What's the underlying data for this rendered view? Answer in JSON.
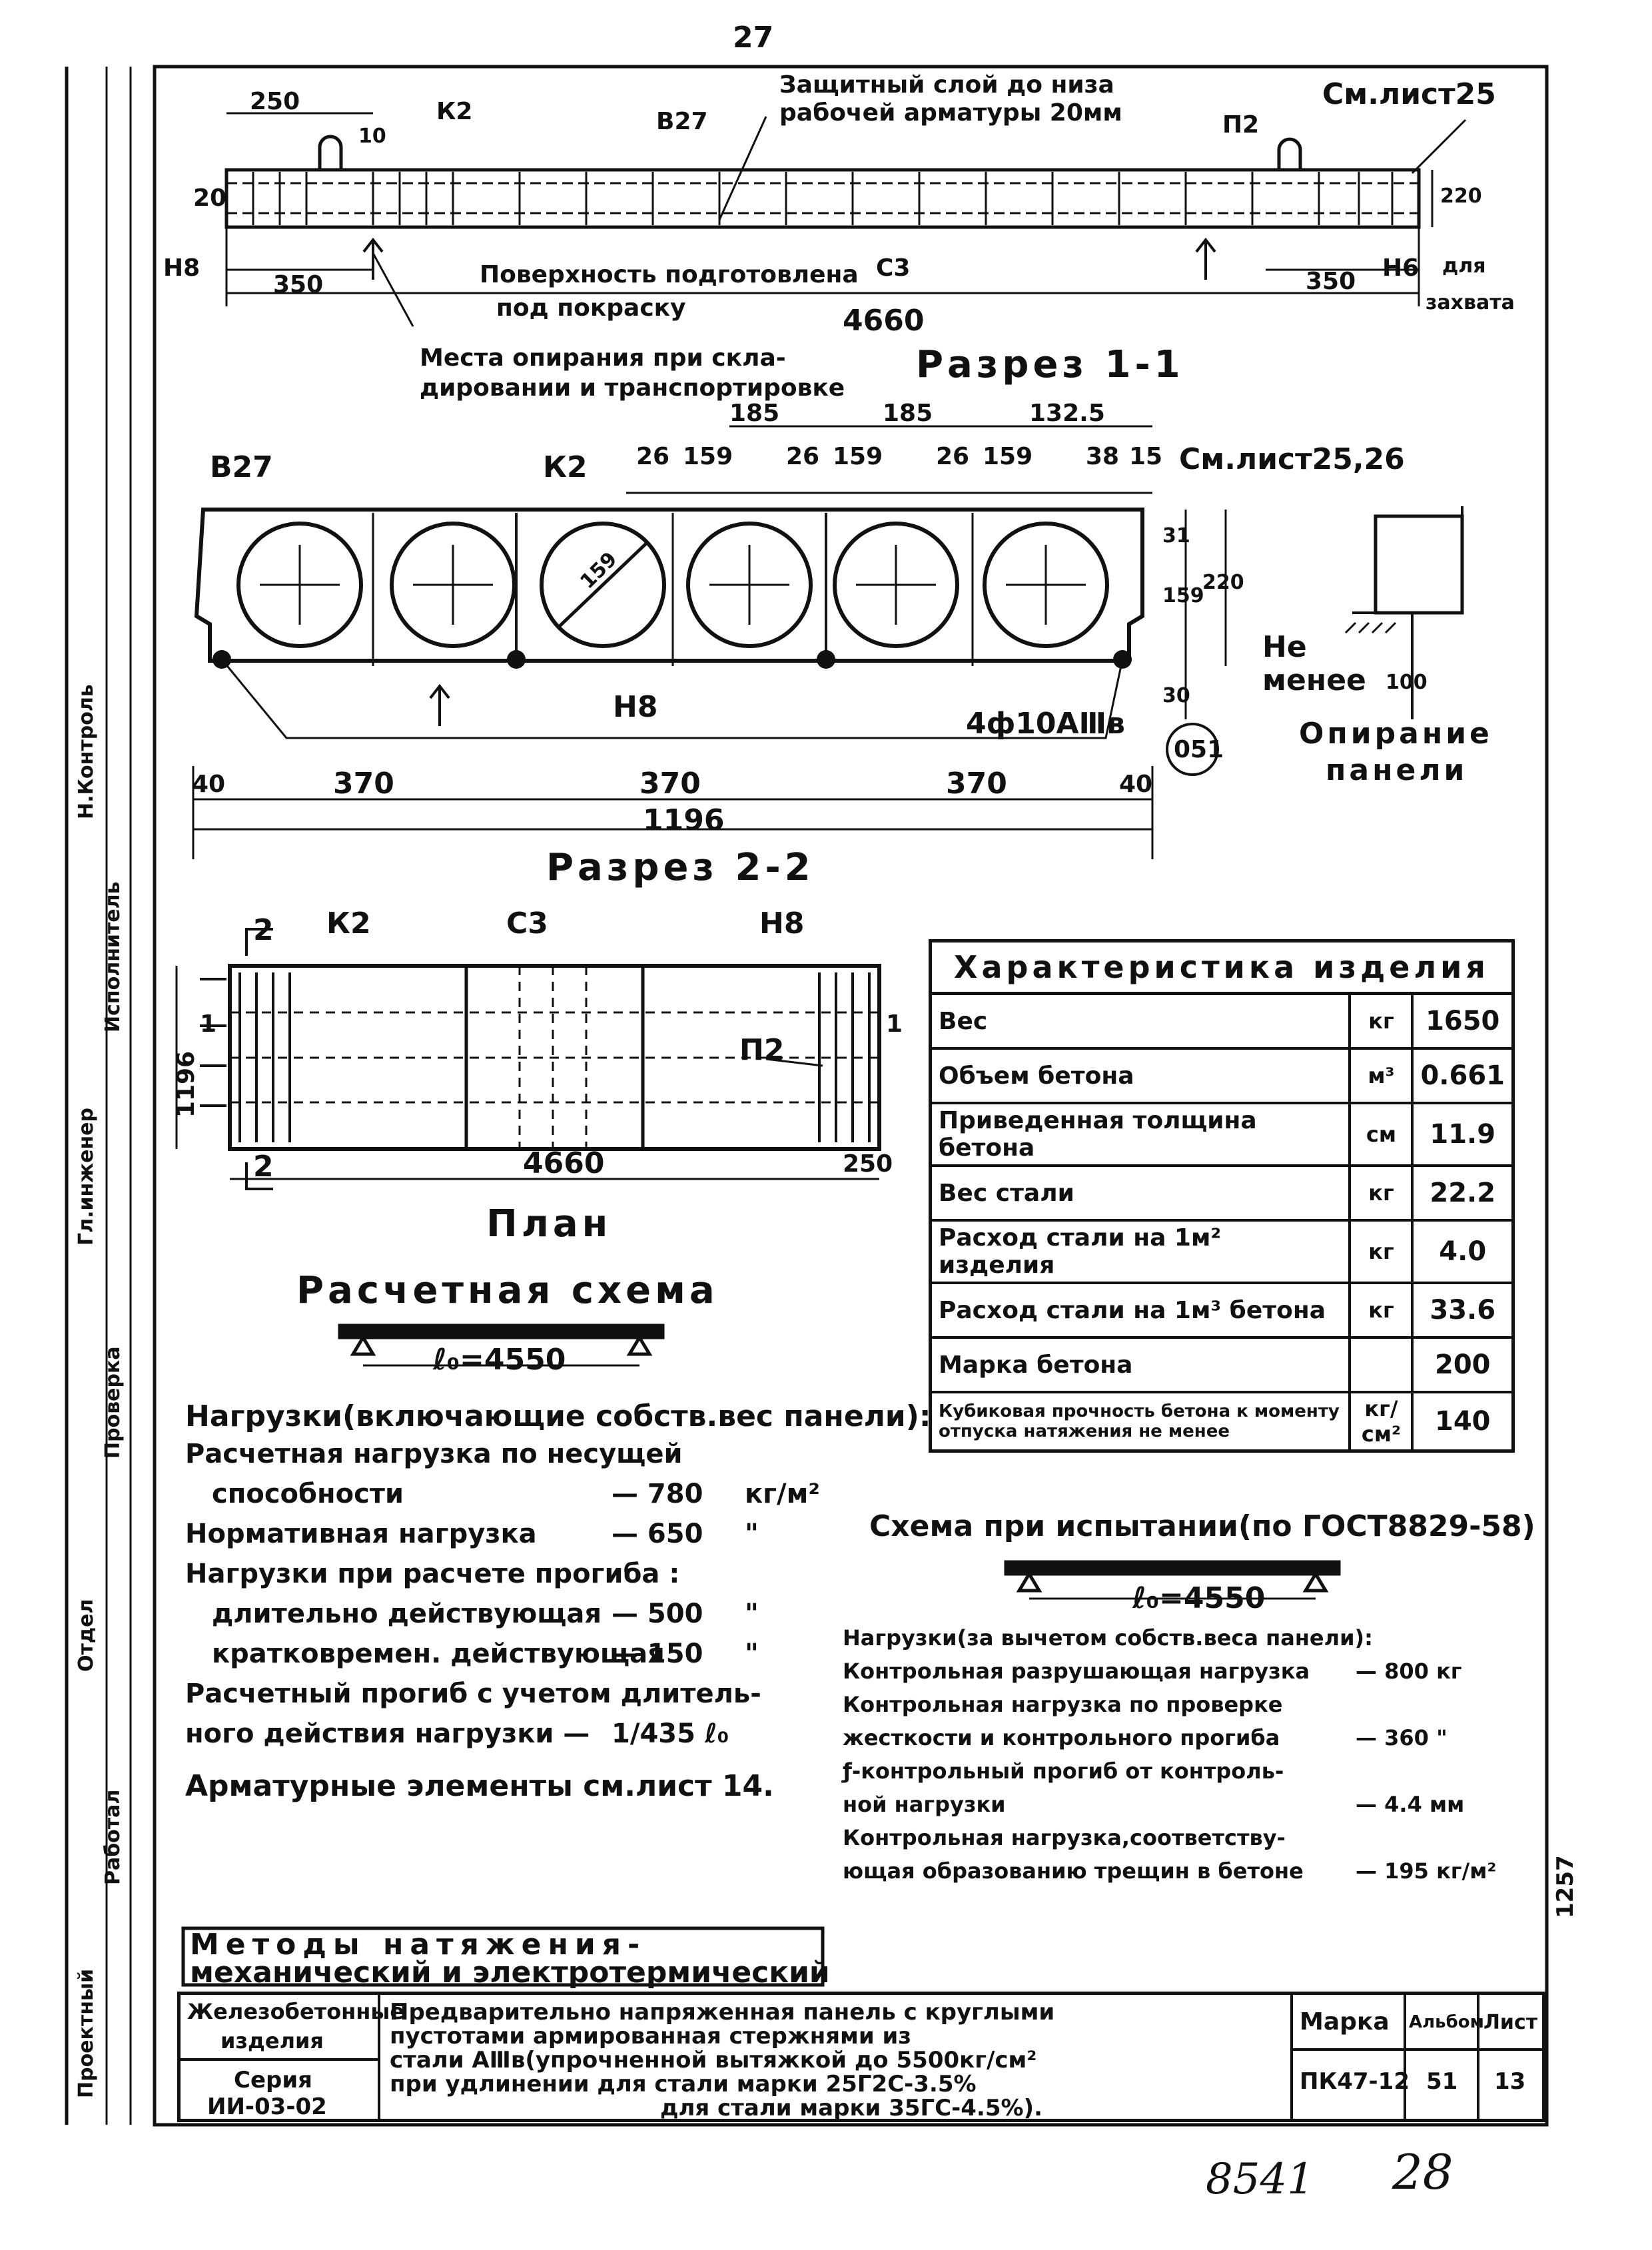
{
  "page_number": "27",
  "handwritten": {
    "archive_number": "8541",
    "page": "28"
  },
  "elevation": {
    "protective_layer": [
      "Защитный слой до низа",
      "рабочей арматуры 20мм"
    ],
    "see_sheet": "См.лист25",
    "labels": {
      "k2": "К2",
      "b27": "В27",
      "p2": "П2",
      "h8": "Н8",
      "h6": "Н6",
      "c3": "С3",
      "for_grip": [
        "для",
        "захвата"
      ]
    },
    "dims": {
      "d250": "250",
      "d20": "20",
      "d350_left": "350",
      "d350_right": "350",
      "d220": "220",
      "total": "4660",
      "d10": "10"
    },
    "surface_note": [
      "Поверхность подготовлена",
      "под покраску"
    ],
    "support_note": [
      "Места опирания при скла-",
      "дировании и транспортировке"
    ]
  },
  "section_1": {
    "title": "Разрез 1-1",
    "see_sheet": "См.лист25,26",
    "top_dims": [
      "26",
      "159",
      "26",
      "159",
      "26",
      "159",
      "38",
      "15"
    ],
    "top_dims_upper": [
      "185",
      "185",
      "132.5"
    ],
    "labels": {
      "b27": "В27",
      "k2": "К2",
      "h8": "Н8",
      "reinforcement": "4ф10АⅢв",
      "callout": "051",
      "diameter": "159"
    },
    "right_dims": [
      "31",
      "159",
      "220",
      "30"
    ],
    "bottom_dims": [
      "40",
      "370",
      "370",
      "370",
      "40"
    ],
    "total_width": "1196"
  },
  "support_detail": {
    "not_less": [
      "Не",
      "менее"
    ],
    "dim": "100",
    "caption": [
      "Опирание",
      "панели"
    ]
  },
  "section_2": {
    "title": "Разрез 2-2"
  },
  "plan": {
    "title": "План",
    "labels": {
      "k2": "К2",
      "c3": "С3",
      "h8": "Н8",
      "p2": "П2",
      "mark_2": "2",
      "mark_1": "1"
    },
    "dims": {
      "length": "4660",
      "width": "1196",
      "d250": "250"
    }
  },
  "design_scheme": {
    "title": "Расчетная схема",
    "span": "ℓ₀=4550"
  },
  "loads": {
    "heading": "Нагрузки(включающие собств.вес панели):",
    "rows": [
      {
        "label": "Расчетная нагрузка по несущей",
        "value": "",
        "unit": ""
      },
      {
        "label": "способности",
        "value": "— 780",
        "unit": "кг/м²"
      },
      {
        "label": "Нормативная нагрузка",
        "value": "— 650",
        "unit": "\""
      },
      {
        "label": "Нагрузки при расчете прогиба :",
        "value": "",
        "unit": ""
      },
      {
        "label": "длительно действующая",
        "value": "— 500",
        "unit": "\""
      },
      {
        "label": "кратковремен. действующая",
        "value": "— 150",
        "unit": "\""
      },
      {
        "label": "Расчетный прогиб с учетом длитель-",
        "value": "",
        "unit": ""
      },
      {
        "label": "ного действия нагрузки —",
        "value": "1/435 ℓ₀",
        "unit": ""
      }
    ]
  },
  "reinforcement_note": "Арматурные элементы см.лист 14.",
  "characteristics": {
    "title": "Характеристика изделия",
    "rows": [
      {
        "name": "Вес",
        "unit": "кг",
        "value": "1650"
      },
      {
        "name": "Объем бетона",
        "unit": "м³",
        "value": "0.661"
      },
      {
        "name": "Приведенная толщина бетона",
        "unit": "см",
        "value": "11.9"
      },
      {
        "name": "Вес стали",
        "unit": "кг",
        "value": "22.2"
      },
      {
        "name": "Расход стали на 1м² изделия",
        "unit": "кг",
        "value": "4.0"
      },
      {
        "name": "Расход стали на 1м³ бетона",
        "unit": "кг",
        "value": "33.6"
      },
      {
        "name": "Марка бетона",
        "unit": "",
        "value": "200"
      },
      {
        "name": "Кубиковая прочность бетона к моменту отпуска натяжения не менее",
        "unit": "кг/см²",
        "value": "140"
      }
    ]
  },
  "test_scheme": {
    "title": "Схема при испытании(по ГОСТ8829-58)",
    "span": "ℓ₀=4550",
    "rows": [
      {
        "label": "Нагрузки(за вычетом собств.веса панели):",
        "value": ""
      },
      {
        "label": "Контрольная разрушающая нагрузка",
        "value": "— 800 кг"
      },
      {
        "label": "Контрольная нагрузка по проверке",
        "value": ""
      },
      {
        "label": "жесткости и контрольного прогиба",
        "value": "— 360 \""
      },
      {
        "label": "ƒ-контрольный прогиб от контроль-",
        "value": ""
      },
      {
        "label": "ной нагрузки",
        "value": "— 4.4 мм"
      },
      {
        "label": "Контрольная нагрузка,соответству-",
        "value": ""
      },
      {
        "label": "ющая образованию трещин в бетоне",
        "value": "— 195 кг/м²"
      }
    ]
  },
  "methods_banner": [
    "Методы натяжения-",
    "механический и электротермический"
  ],
  "title_block": {
    "org": [
      "Железобетонные",
      "изделия"
    ],
    "series": [
      "Серия",
      "ИИ-03-02"
    ],
    "description": [
      "Предварительно напряженная панель с круглыми",
      "пустотами армированная стержнями из",
      "стали АⅢв(упрочненной вытяжкой до 5500кг/см²",
      "при удлинении для стали марки 25Г2С-3.5%",
      "для стали марки 35ГС-4.5%)."
    ],
    "headers": {
      "mark": "Марка",
      "album": "Альбом",
      "sheet": "Лист"
    },
    "values": {
      "mark": "ПК47-12",
      "album": "51",
      "sheet": "13"
    }
  },
  "side_stamp": {
    "items": [
      "Проектный",
      "Работал",
      "Отдел",
      "Проверка",
      "Гл.инженер",
      "Исполнитель",
      "Н.Контроль"
    ],
    "corner_number": "1257"
  }
}
